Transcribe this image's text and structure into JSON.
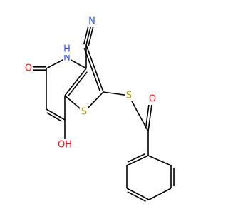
{
  "colors": {
    "O": "#ff0d0d",
    "N": "#3050f8",
    "S": "#b8a200",
    "C": "#000000",
    "H": "#3050f8",
    "bond": "#000000"
  },
  "atoms": {
    "O1": {
      "label": "O",
      "element": "O"
    },
    "N1": {
      "label": "H",
      "element": "N",
      "h": "H"
    },
    "N2": {
      "label": "N",
      "element": "N"
    },
    "S1": {
      "label": "S",
      "element": "S"
    },
    "S2": {
      "label": "S",
      "element": "S"
    },
    "O2": {
      "label": "O",
      "element": "O"
    },
    "O3": {
      "label": "OH",
      "element": "O"
    }
  }
}
